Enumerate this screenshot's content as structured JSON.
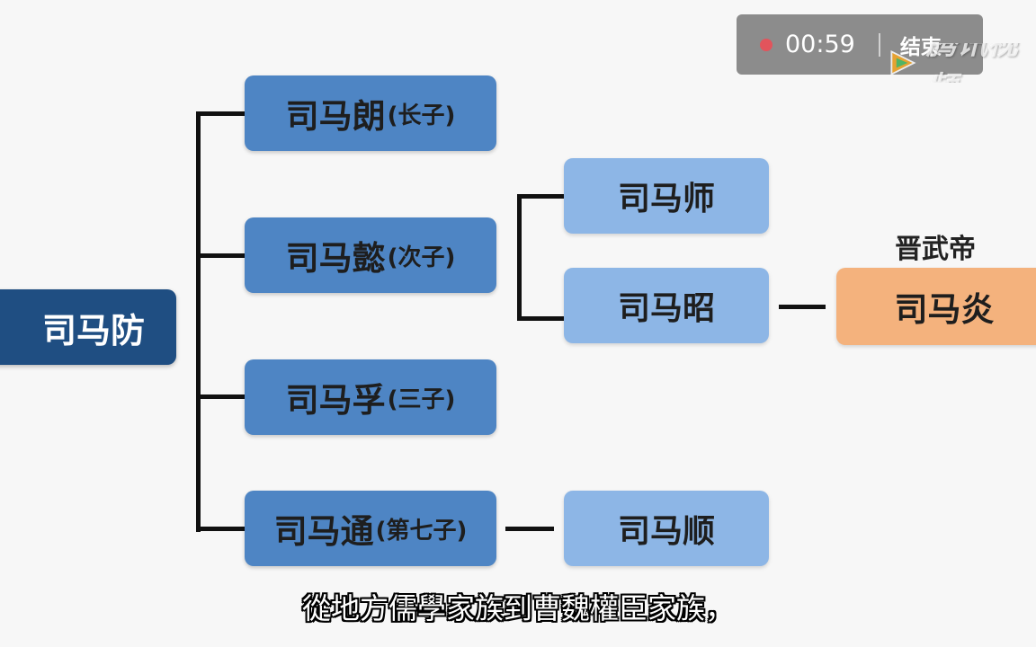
{
  "diagram": {
    "root": "司马防",
    "sons": [
      {
        "name": "司马朗",
        "rank": "(长子)"
      },
      {
        "name": "司马懿",
        "rank": "(次子)"
      },
      {
        "name": "司马孚",
        "rank": "(三子)"
      },
      {
        "name": "司马通",
        "rank": "(第七子)"
      }
    ],
    "grandsons": [
      "司马师",
      "司马昭",
      "司马顺"
    ],
    "great_grandson": {
      "name": "司马炎",
      "title": "晋武帝"
    }
  },
  "subtitle": "從地方儒學家族到曹魏權臣家族，",
  "recording": {
    "time": "00:59",
    "end_label": "结束"
  },
  "watermark": {
    "text": "腾讯视频",
    "icon": "tencent-video-play-icon"
  },
  "colors": {
    "root": "#1f4e82",
    "son": "#4e85c4",
    "grandson": "#8db6e6",
    "great_grandson": "#f4b27d",
    "record_dot": "#e2545c"
  }
}
